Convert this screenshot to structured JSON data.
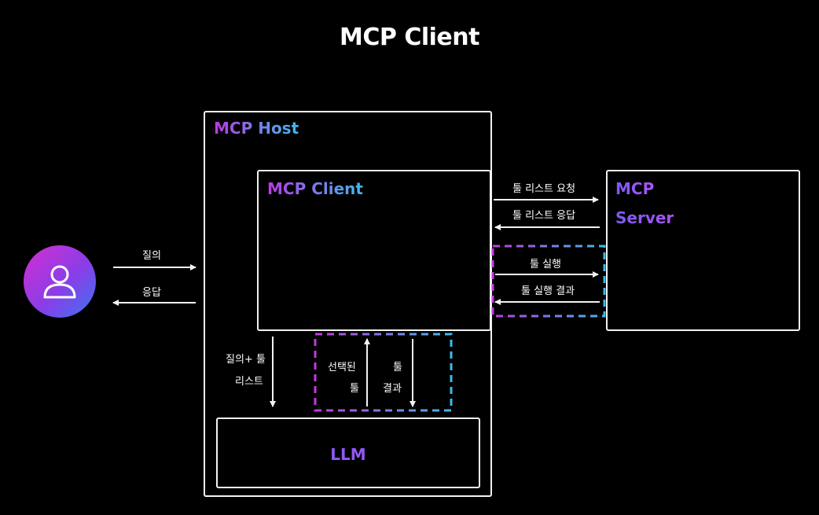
{
  "title": "MCP Client",
  "host": {
    "label": "MCP Host"
  },
  "client": {
    "label": "MCP Client"
  },
  "server": {
    "label_line1": "MCP",
    "label_line2": "Server"
  },
  "llm": {
    "label": "LLM"
  },
  "user": {
    "query": "질의",
    "response": "응답"
  },
  "client_server": {
    "list_request": "툴 리스트 요청",
    "list_response": "툴 리스트 응답",
    "execute": "툴 실행",
    "execute_result": "툴 실행 결과"
  },
  "client_llm": {
    "query_line1": "질의+ 툴",
    "query_line2": "리스트",
    "selected_line1": "선택된",
    "selected_line2": "툴",
    "result_line1": "툴",
    "result_line2": "결과"
  },
  "colors": {
    "background": "#000000",
    "line": "#f2f2f2",
    "accent_magenta": "#c13ae0",
    "accent_cyan": "#3fb9ea",
    "accent_purple": "#7a5cf0"
  }
}
